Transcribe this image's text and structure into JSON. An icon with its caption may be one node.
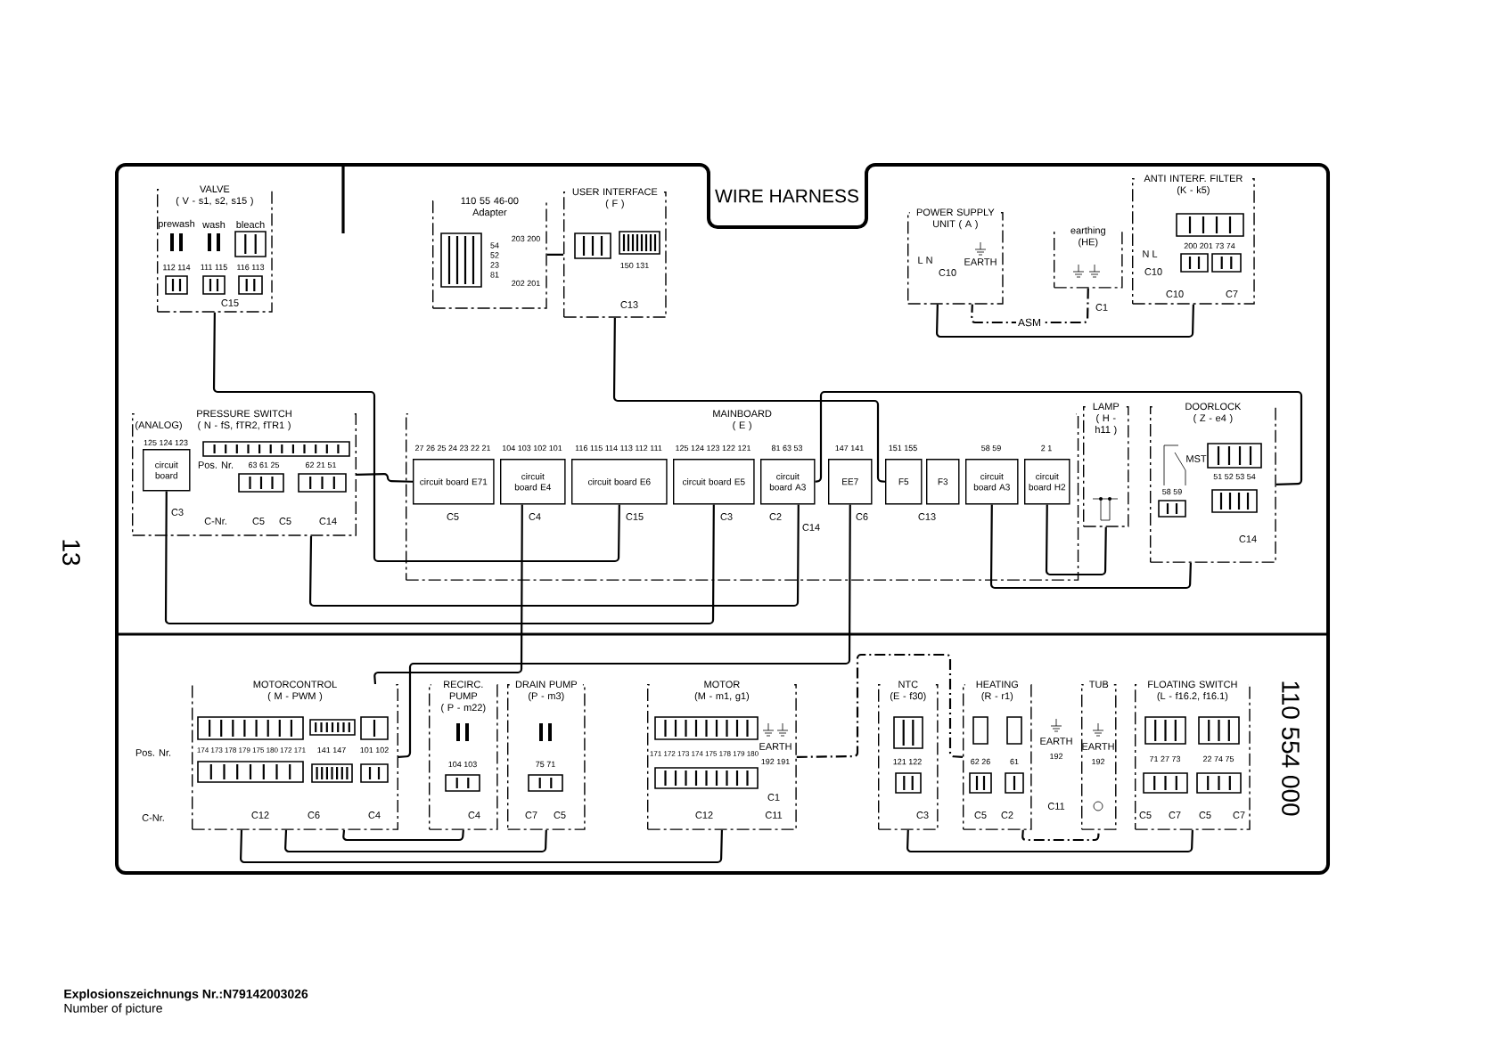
{
  "diagram": {
    "nodes": [
      {
        "text": [
          "VALVE",
          "( V - s1, s2, s15 )"
        ]
      },
      {
        "text": [
          "110 55 46-00",
          "Adapter"
        ]
      },
      {
        "text": [
          "USER INTERFACE",
          "( F )"
        ]
      },
      {
        "text": [
          "POWER SUPPLY UNIT ( A )"
        ]
      },
      {
        "text": [
          "earthing",
          "(HE)"
        ]
      },
      {
        "text": [
          "ANTI INTERF. FILTER",
          "(K - k5)"
        ]
      },
      {
        "text": [
          "PRESSURE SWITCH",
          "( N - fS, fTR2, fTR1 )"
        ]
      },
      {
        "text": [
          "circuit board"
        ],
        "in": 6
      },
      {
        "text": [
          "MAINBOARD",
          "( E )"
        ]
      },
      {
        "text": [
          "circuit board E71"
        ],
        "in": 8
      },
      {
        "text": [
          "circuit board E4"
        ],
        "in": 8
      },
      {
        "text": [
          "circuit board E6"
        ],
        "in": 8
      },
      {
        "text": [
          "circuit board E5"
        ],
        "in": 8
      },
      {
        "text": [
          "circuit board A3"
        ],
        "in": 8
      },
      {
        "text": [
          "EE7"
        ],
        "in": 8
      },
      {
        "text": [
          "F5"
        ],
        "in": 8
      },
      {
        "text": [
          "F3"
        ],
        "in": 8
      },
      {
        "text": [
          "circuit board A3"
        ],
        "in": 8
      },
      {
        "text": [
          "circuit board H2"
        ],
        "in": 8
      },
      {
        "text": [
          "LAMP ( H - h11 )"
        ]
      },
      {
        "text": [
          "DOORLOCK",
          "( Z - e4 )"
        ]
      },
      {
        "text": [
          "MOTORCONTROL",
          "( M - PWM )"
        ]
      },
      {
        "text": [
          "RECIRC. PUMP",
          "( P - m22)"
        ]
      },
      {
        "text": [
          "DRAIN PUMP",
          "(P - m3)"
        ]
      },
      {
        "text": [
          "MOTOR",
          "(M - m1, g1)"
        ]
      },
      {
        "text": [
          "NTC",
          "(E - f30)"
        ]
      },
      {
        "text": [
          "HEATING",
          "(R - r1)"
        ]
      },
      {
        "text": [
          "TUB"
        ]
      },
      {
        "text": [
          "FLOATING SWITCH",
          "(L - f16.2, f16.1)"
        ]
      }
    ],
    "edges": [
      {
        "from": 0,
        "to": 11,
        "arrow": "none"
      },
      {
        "from": 1,
        "to": 2,
        "arrow": "none"
      },
      {
        "from": 6,
        "to": 9,
        "arrow": "none"
      },
      {
        "from": 7,
        "to": 12,
        "arrow": "none"
      },
      {
        "from": 6,
        "to": 13,
        "arrow": "none"
      },
      {
        "from": 13,
        "to": 20,
        "arrow": "none"
      },
      {
        "from": 2,
        "to": 15,
        "arrow": "none"
      },
      {
        "from": 14,
        "to": 21,
        "arrow": "none"
      },
      {
        "from": 10,
        "to": 21,
        "arrow": "none"
      },
      {
        "from": 21,
        "to": 22,
        "arrow": "none"
      },
      {
        "from": 17,
        "to": 20,
        "arrow": "none"
      },
      {
        "from": 18,
        "to": 19,
        "arrow": "none"
      },
      {
        "from": 3,
        "to": 5,
        "arrow": "none"
      },
      {
        "from": 4,
        "to": 3,
        "arrow": "none",
        "label": "ASM",
        "style": "dashed"
      },
      {
        "from": 24,
        "to": 26,
        "arrow": "none",
        "style": "dashed"
      },
      {
        "from": 26,
        "to": 27,
        "arrow": "none",
        "style": "dashed"
      },
      {
        "from": 25,
        "to": 28,
        "arrow": "none"
      },
      {
        "from": 21,
        "to": 23,
        "arrow": "none"
      },
      {
        "from": 21,
        "to": 24,
        "arrow": "none"
      }
    ],
    "labels": [
      "WIRE HARNESS",
      "prewash",
      "wash",
      "bleach",
      "112 114",
      "111 115",
      "116 113",
      "C15",
      "54 52 23 81",
      "203 200",
      "202 201",
      "150 131",
      "C13",
      "L N",
      "C10",
      "EARTH",
      "C1",
      "N L",
      "C10",
      "200 201 73 74",
      "C10",
      "C7",
      "(ANALOG)",
      "125 124 123",
      "Pos. Nr.",
      "63 61 25",
      "62 21 51",
      "C3",
      "C-Nr.",
      "C5",
      "C5",
      "C14",
      "27 26 25 24 23 22 21",
      "C5",
      "104 103 102 101",
      "C4",
      "116 115 114 113 112 111",
      "C15",
      "125 124 123 122 121",
      "C3",
      "81 63 53",
      "C2",
      "C14",
      "147 141",
      "C6",
      "151 155",
      "C13",
      "58 59",
      "2 1",
      "MST",
      "51 52 53 54",
      "58 59",
      "C14",
      "Pos. Nr.",
      "174 173 178 179 175 180 172 171",
      "141 147",
      "101 102",
      "C-Nr.",
      "C12",
      "C6",
      "C4",
      "104 103",
      "C4",
      "75 71",
      "C7",
      "C5",
      "171 172 173 174 175 178 179 180",
      "EARTH",
      "192 191",
      "C12",
      "C1",
      "C11",
      "121 122",
      "C3",
      "62 26",
      "61",
      "C5",
      "C2",
      "EARTH",
      "192",
      "C11",
      "EARTH",
      "192",
      "71 27 73",
      "22 74 75",
      "C5",
      "C7",
      "C5",
      "C7",
      "110 554 000",
      "13",
      "Explosionszeichnungs Nr.:N79142003026",
      "Number of picture"
    ]
  }
}
